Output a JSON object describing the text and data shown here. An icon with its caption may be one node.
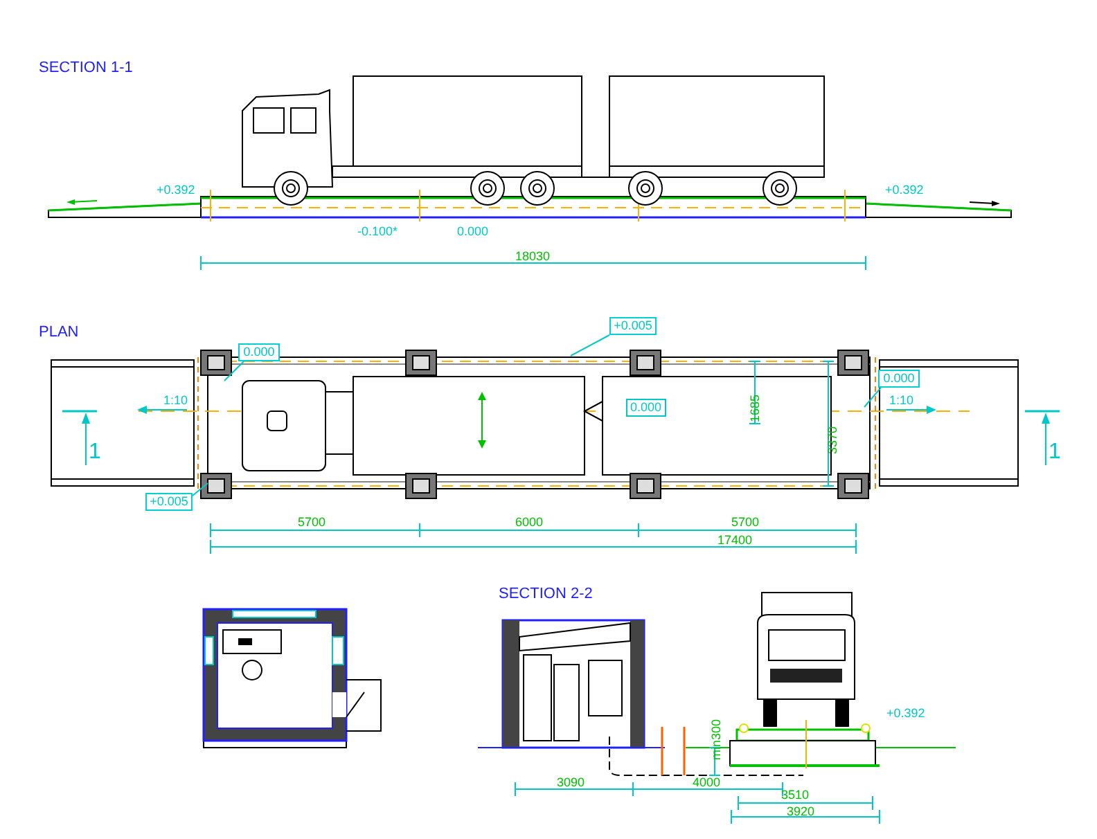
{
  "diagram": {
    "nodes": [
      {
        "text": [
          "+0.005"
        ]
      },
      {
        "text": [
          "0.000"
        ]
      },
      {
        "text": [
          "0.000"
        ]
      },
      {
        "text": [
          "+0.005"
        ]
      }
    ],
    "edges": [
      {
        "from": 0,
        "to": null,
        "arrow": "none"
      },
      {
        "from": 1,
        "to": null,
        "arrow": "none"
      },
      {
        "from": 2,
        "to": null,
        "arrow": "none"
      },
      {
        "from": 3,
        "to": null,
        "arrow": "none"
      }
    ],
    "labels": [
      "SECTION 1-1",
      "+0.392",
      "+0.392",
      "-0.100*",
      "0.000",
      "18030",
      "PLAN",
      "1:10",
      "1:10",
      "1685",
      "0.000",
      "3370",
      "1",
      "1",
      "5700",
      "6000",
      "5700",
      "17400",
      "SECTION 2-2",
      "min300",
      "+0.392",
      "3090",
      "4000",
      "3510",
      "3920"
    ]
  }
}
